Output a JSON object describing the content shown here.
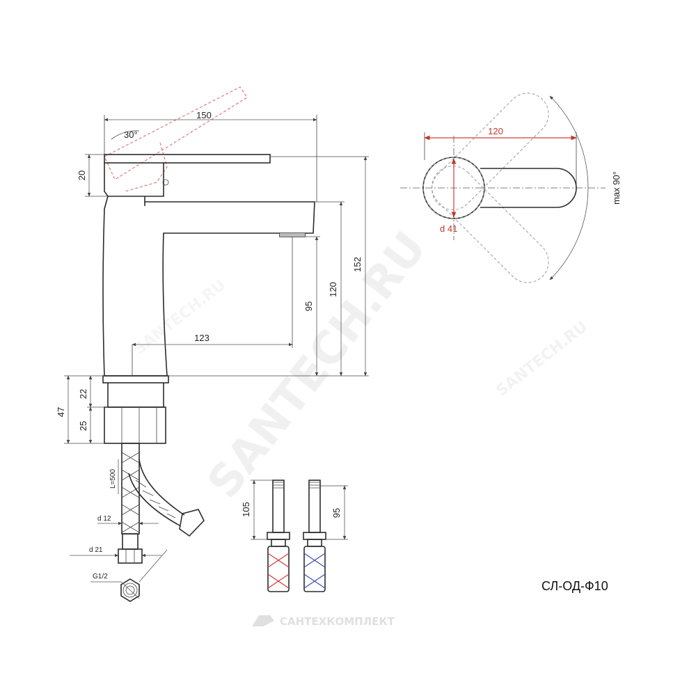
{
  "faucet_side_view": {
    "dims": {
      "angle": "30°",
      "width": "150",
      "lever_height": "20",
      "total_height": "152",
      "height_body": "120",
      "spout_clearance": "95",
      "spout_reach": "123",
      "base_height": "47",
      "ring_height": "22",
      "nut_height": "25"
    }
  },
  "hoses": {
    "length": "L=500",
    "d_small": "d 12",
    "d_large": "d 21",
    "thread": "G1/2"
  },
  "top_view": {
    "reach": "120",
    "diameter": "d 41",
    "rotation": "max 90°"
  },
  "studs": {
    "left_height": "105",
    "right_height": "95",
    "colors": {
      "hot": "#d43a3a",
      "cold": "#3d4fb0"
    }
  },
  "model_code": "СЛ-ОД-Ф10",
  "watermarks": {
    "main": "SANTECH.RU",
    "small": "SANTECH.RU",
    "brand": "САНТЕХКОМПЛЕКТ"
  }
}
